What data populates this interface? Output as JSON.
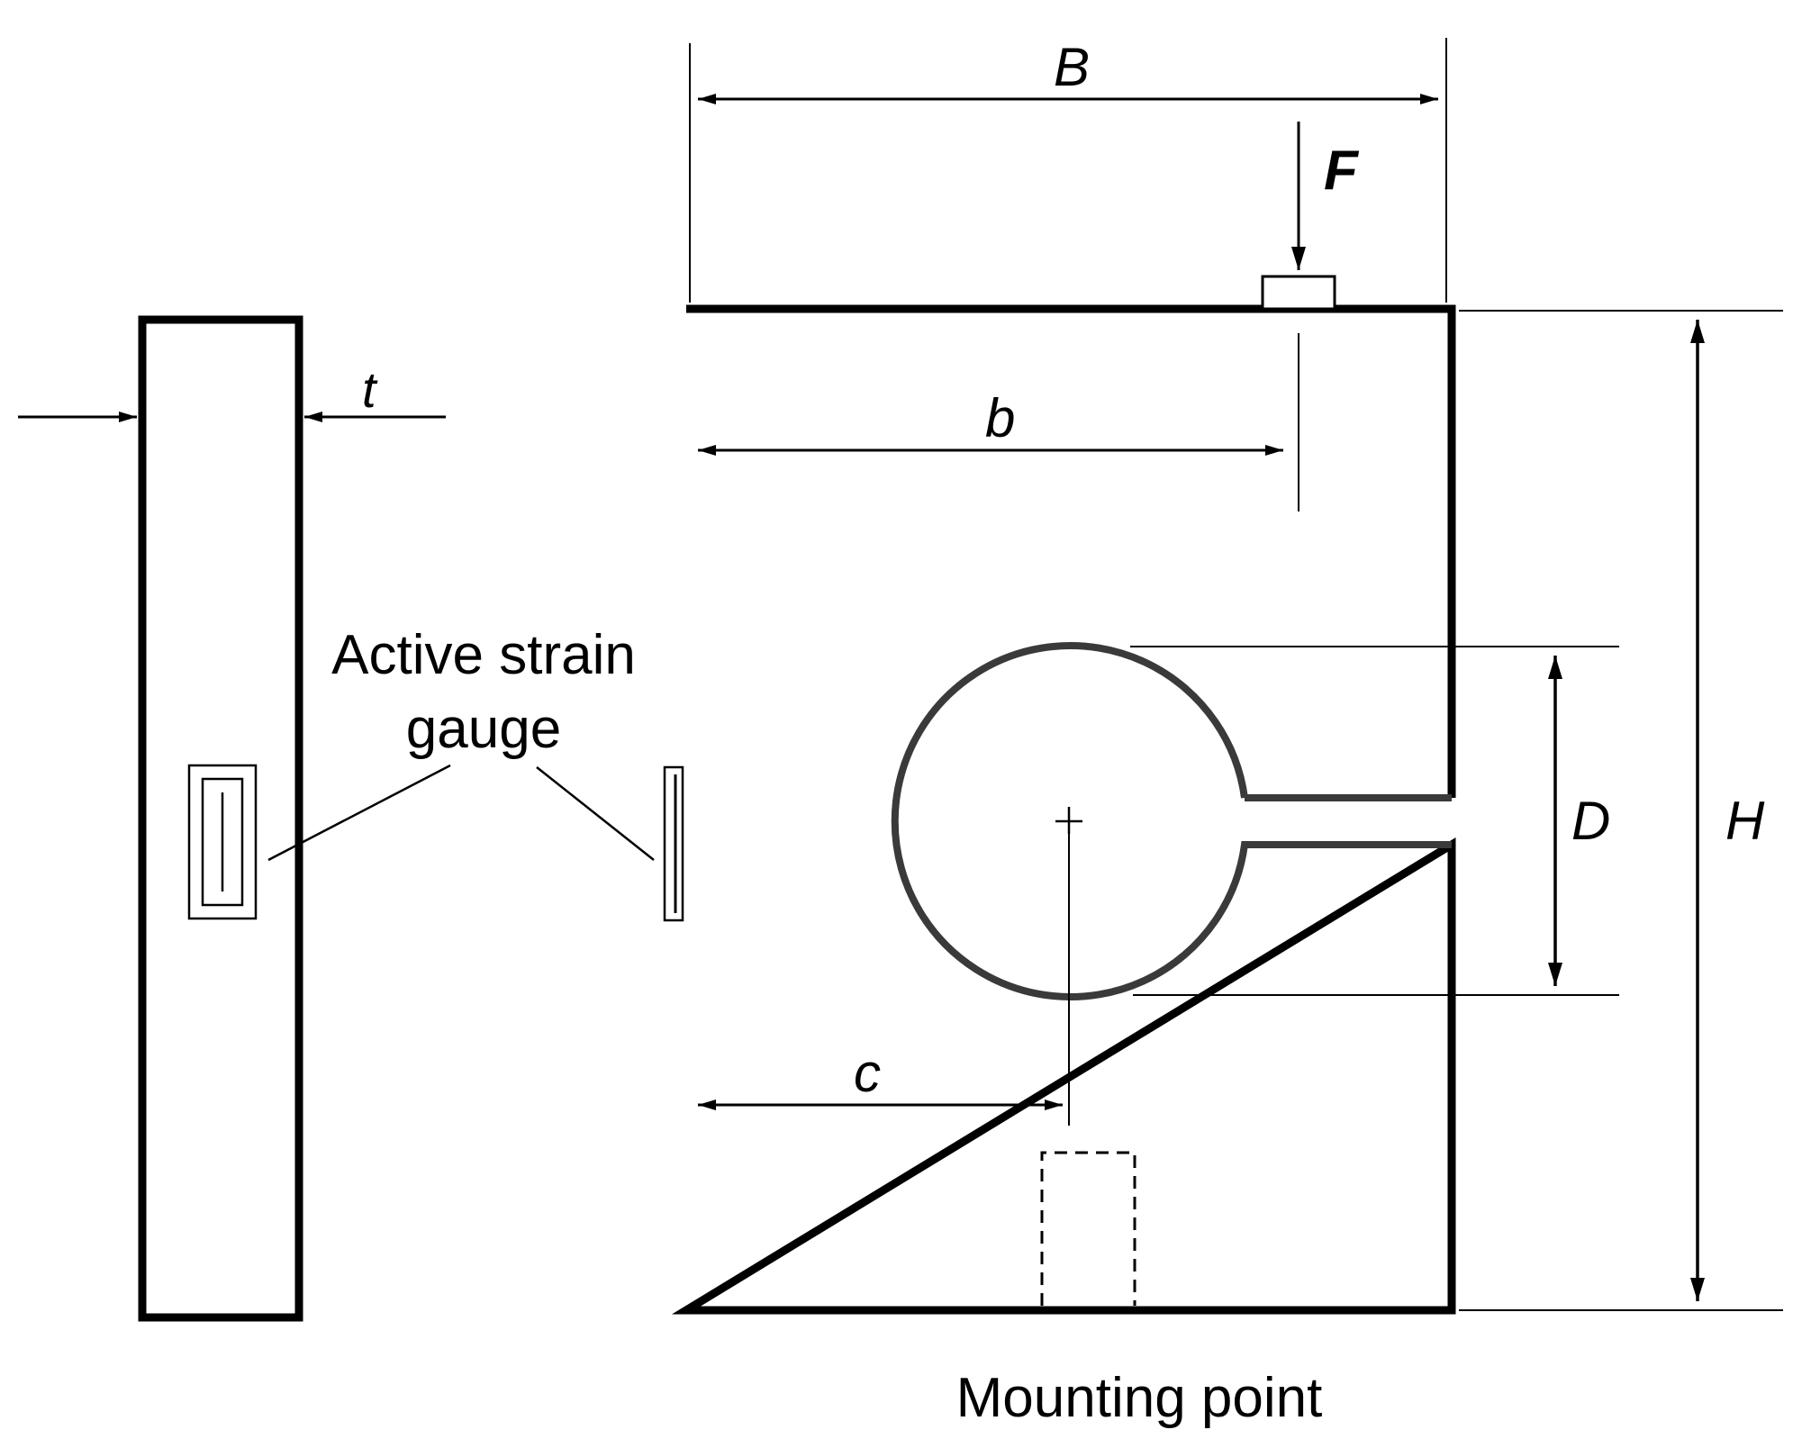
{
  "diagram": {
    "labels": {
      "B": "B",
      "F": "F",
      "t": "t",
      "b": "b",
      "D": "D",
      "H": "H",
      "c": "c",
      "gauge_line1": "Active strain",
      "gauge_line2": "gauge",
      "mounting_point": "Mounting point"
    },
    "colors": {
      "stroke": "#000000",
      "circle": "#3a3a3a",
      "background": "#ffffff"
    }
  }
}
